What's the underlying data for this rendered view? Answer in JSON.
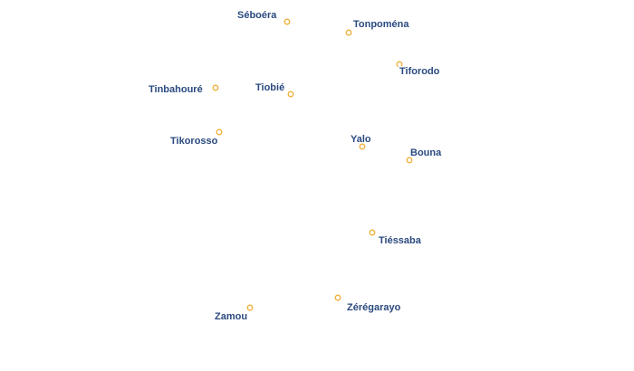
{
  "map": {
    "dot_color": "#f0b03a",
    "label_color": "#2a4a7f",
    "places": [
      {
        "name": "Séboéra"
      },
      {
        "name": "Tonpoména"
      },
      {
        "name": "Tiforodo"
      },
      {
        "name": "Tinbahouré"
      },
      {
        "name": "Tiobié"
      },
      {
        "name": "Tikorosso"
      },
      {
        "name": "Yalo"
      },
      {
        "name": "Bouna"
      },
      {
        "name": "Tiéssaba"
      },
      {
        "name": "Zérégarayo"
      },
      {
        "name": "Zamou"
      }
    ]
  }
}
